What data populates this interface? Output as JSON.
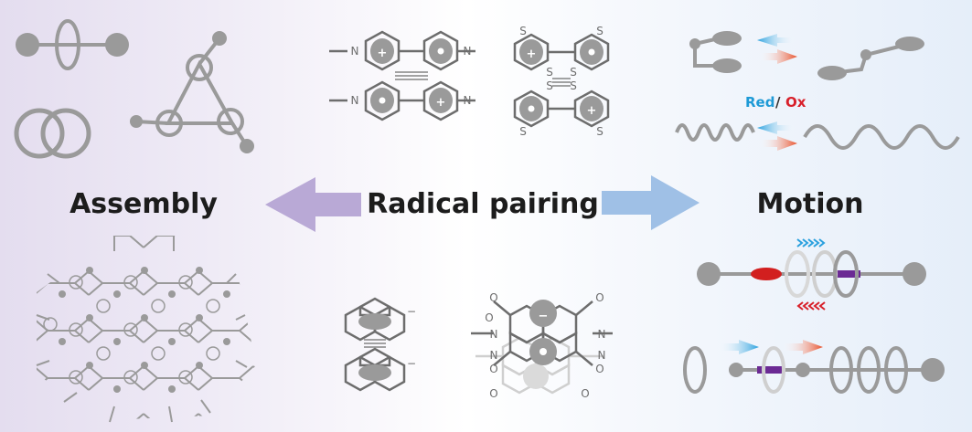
{
  "labels": {
    "left": "Assembly",
    "center": "Radical pairing",
    "right": "Motion",
    "redox_red": "Red",
    "redox_sep": "/",
    "redox_ox": "Ox"
  },
  "atoms": {
    "nitrogen": "N",
    "sulfur": "S",
    "oxygen": "O",
    "plus": "+",
    "minus": "−"
  },
  "colors": {
    "gray": "#9a9a9a",
    "dark_gray": "#6d6d6d",
    "purple_arrow": "#b9a9d6",
    "blue_arrow": "#9fc0e6",
    "red_ring": "#d21f1f",
    "purple_bar": "#6b2a94",
    "blue_text": "#1e9ad6",
    "red_text": "#d8202a"
  }
}
